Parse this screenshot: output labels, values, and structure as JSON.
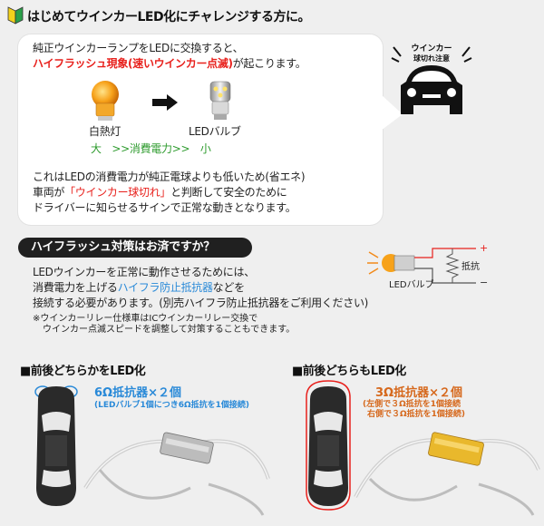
{
  "header": {
    "title": "はじめてウインカーLED化にチャレンジする方に。"
  },
  "bubble": {
    "line1": "純正ウインカーランプをLEDに交換すると、",
    "line2_red": "ハイフラッシュ現象(速いウインカー点滅)",
    "line2_tail": "が起こります。",
    "incandescent_label": "白熱灯",
    "led_bulb_label": "LEDバルブ",
    "power_scale": "大　>>消費電力>>　小",
    "line3": "これはLEDの消費電力が純正電球よりも低いため(省エネ)",
    "line4_head": "車両が",
    "line4_red": "「ウインカー球切れ」",
    "line4_tail": "と判断して安全のために",
    "line5": "ドライバーに知らせるサインで正常な動きとなります。"
  },
  "car_warning": {
    "text_line1": "ウインカー",
    "text_line2": "球切れ注意"
  },
  "hyperflash": {
    "pill_title": "ハイフラッシュ対策はお済ですか？",
    "line1": "LEDウインカーを正常に動作させるためには、",
    "line2_head": "消費電力を上げる",
    "line2_blue": "ハイフラ防止抵抗器",
    "line2_tail": "などを",
    "line3": "接続する必要があります。(別売ハイフラ防止抵抗器をご利用ください)",
    "note1": "※ウインカーリレー仕様車はICウインカーリレー交換で",
    "note2": "ウインカー点滅スピードを調整して対策することもできます。",
    "circuit_resistor_label": "抵抗",
    "circuit_led_label": "LEDバルブ",
    "circuit_plus": "+",
    "circuit_minus": "−"
  },
  "section_front_or_rear": {
    "title": "■前後どちらかをLED化",
    "resistor_title": "6Ω抵抗器×２個",
    "resistor_sub": "(LEDバルブ1個につき6Ω抵抗を1個接続)"
  },
  "section_front_and_rear": {
    "title": "■前後どちらもLED化",
    "resistor_title": "3Ω抵抗器×２個",
    "resistor_sub1": "(左側で３Ω抵抗を1個接続",
    "resistor_sub2": "右側で３Ω抵抗を1個接続)"
  },
  "colors": {
    "accent_red": "#e8201c",
    "accent_green": "#2e9b2e",
    "accent_blue": "#2a8ad8",
    "accent_orange": "#d6681c",
    "pill_bg": "#202020"
  }
}
